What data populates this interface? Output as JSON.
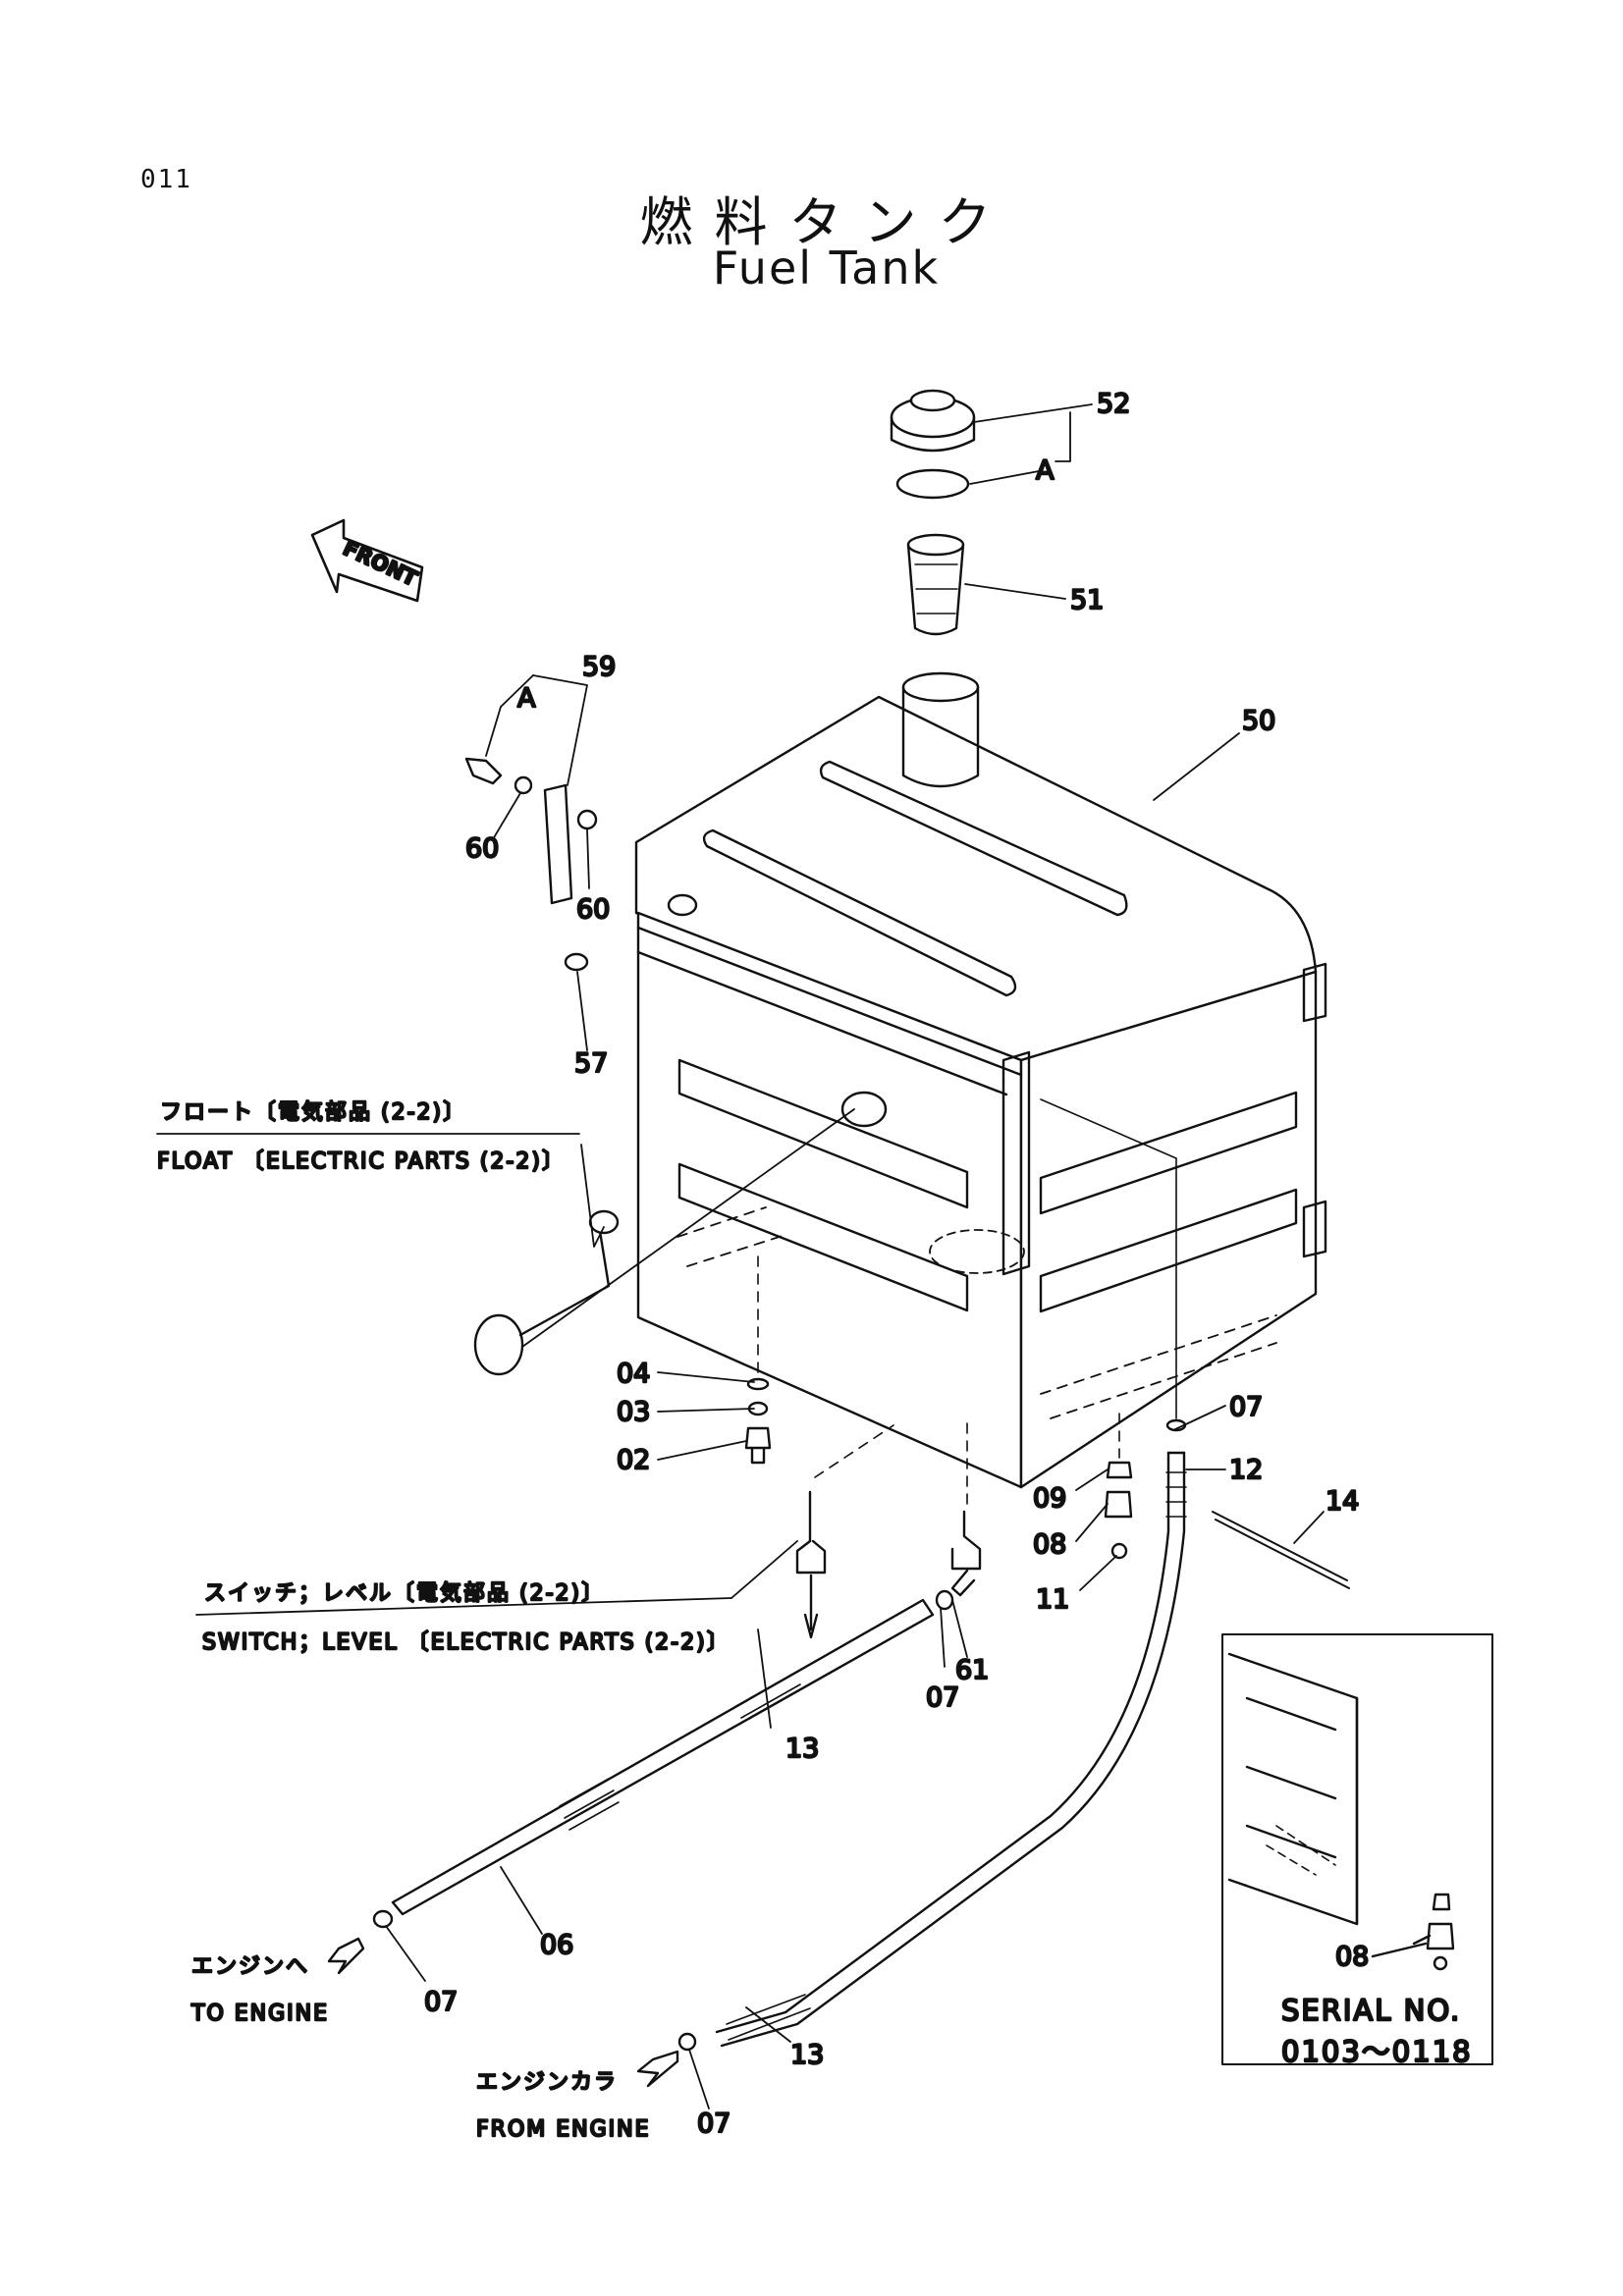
{
  "page": {
    "number": "011",
    "title_jp": "燃料タンク",
    "title_en": "Fuel Tank"
  },
  "orientation": {
    "front_label": "FRONT"
  },
  "callouts": {
    "c52": "52",
    "cA_top": "A",
    "c51": "51",
    "c50": "50",
    "c59": "59",
    "cA_left": "A",
    "c60a": "60",
    "c60b": "60",
    "c57": "57",
    "c04": "04",
    "c03": "03",
    "c02": "02",
    "c07_right": "07",
    "c12": "12",
    "c14": "14",
    "c09": "09",
    "c08": "08",
    "c11": "11",
    "c61": "61",
    "c07_mid": "07",
    "c13_upper": "13",
    "c06": "06",
    "c07_left": "07",
    "c13_lower": "13",
    "c07_bottom": "07",
    "c08_inset": "08"
  },
  "notes": {
    "float_jp": "フロート〔電気部品 (2-2)〕",
    "float_en": "FLOAT 〔ELECTRIC PARTS (2-2)〕",
    "switch_jp": "スイッチ；レベル〔電気部品 (2-2)〕",
    "switch_en": "SWITCH；LEVEL 〔ELECTRIC PARTS (2-2)〕",
    "to_engine_jp": "エンジンへ",
    "to_engine_en": "TO ENGINE",
    "from_engine_jp": "エンジンカラ",
    "from_engine_en": "FROM ENGINE"
  },
  "inset": {
    "serial_label": "SERIAL NO.",
    "serial_range": "0103～0118"
  }
}
